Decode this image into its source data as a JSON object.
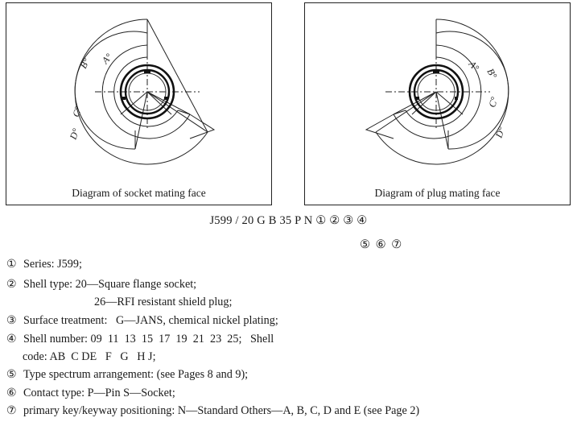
{
  "diagrams": {
    "socket": {
      "caption": "Diagram of socket mating face",
      "angle_labels": [
        "A°",
        "B°",
        "C°",
        "D°"
      ]
    },
    "plug": {
      "caption": "Diagram of plug mating face",
      "angle_labels": [
        "A°",
        "B°",
        "C°",
        "D°"
      ]
    }
  },
  "part_code": {
    "line1": "J599 / 20 G B 35 P N ① ② ③ ④",
    "line2": "⑤ ⑥ ⑦"
  },
  "legend": [
    {
      "num": "①",
      "text": "Series: J599;"
    },
    {
      "num": "②",
      "text": "Shell type: 20—Square flange socket;"
    },
    {
      "num": "",
      "text": "26—RFI resistant shield plug;"
    },
    {
      "num": "③",
      "text": "Surface treatment:   G—JANS, chemical nickel plating;"
    },
    {
      "num": "④",
      "text": "Shell number: 09  11  13  15  17  19  21  23  25;   Shell"
    },
    {
      "num": "",
      "text": "code: AB  C DE   F   G   H J;"
    },
    {
      "num": "⑤",
      "text": "Type spectrum arrangement: (see Pages 8 and 9);"
    },
    {
      "num": "⑥",
      "text": "Contact type: P—Pin  S—Socket;"
    },
    {
      "num": "⑦",
      "text": "primary key/keyway positioning: N—Standard  Others—A, B, C, D and E (see Page 2)"
    }
  ]
}
